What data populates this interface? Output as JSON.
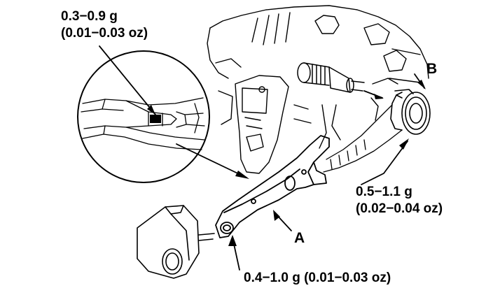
{
  "labels": {
    "detail_grease_line1": "0.3−0.9 g",
    "detail_grease_line2": "(0.01−0.03 oz)",
    "bearing_grease_line1": "0.5−1.1 g",
    "bearing_grease_line2": "(0.02−0.04 oz)",
    "pivot_grease": "0.4−1.0 g (0.01−0.03 oz)",
    "callout_a": "A",
    "callout_b": "B"
  },
  "colors": {
    "ink": "#000000",
    "paper": "#ffffff"
  }
}
